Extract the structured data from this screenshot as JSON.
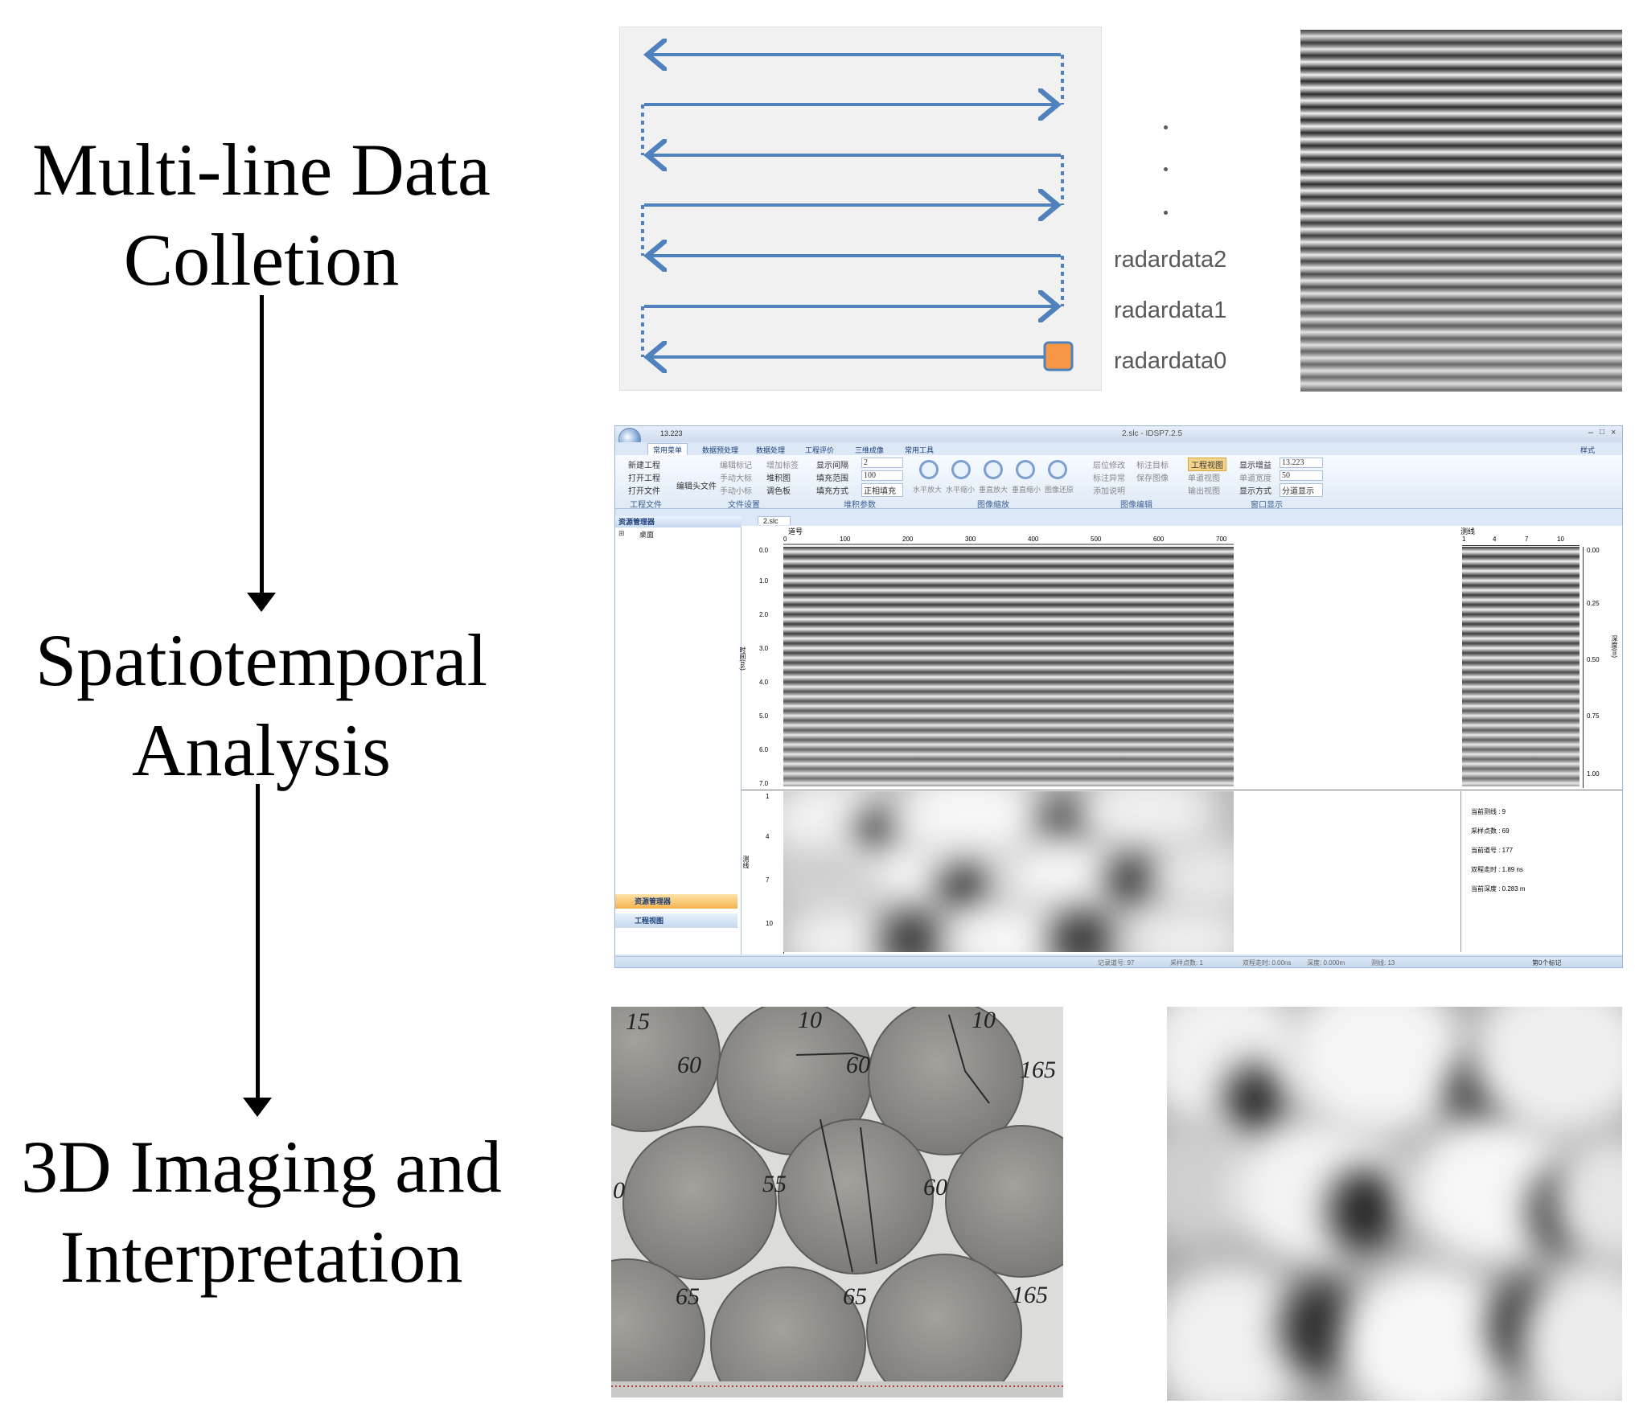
{
  "steps": {
    "step1_line1": "Multi-line Data",
    "step1_line2": "Colletion",
    "step2_line1": "Spatiotemporal",
    "step2_line2": "Analysis",
    "step3_line1": "3D Imaging and",
    "step3_line2": "Interpretation"
  },
  "survey": {
    "labels": [
      "radardata2",
      "radardata1",
      "radardata0"
    ],
    "colors": {
      "path": "#4f81bd",
      "start_marker": "#f79646"
    }
  },
  "software": {
    "title": "2.slc - IDSP7.2.5",
    "quick_value": "13.223",
    "style_label": "样式",
    "menu_tabs": [
      "常用菜单",
      "数据预处理",
      "数据处理",
      "工程评价",
      "三维成像",
      "常用工具"
    ],
    "groups": [
      "工程文件",
      "文件设置",
      "堆积参数",
      "图像缩放",
      "图像编辑",
      "窗口显示"
    ],
    "buttons": {
      "new_project": "新建工程",
      "open_project": "打开工程",
      "open_file": "打开文件",
      "edit_header": "编辑头文件",
      "edit_marker": "编辑标记",
      "manual_enlarge": "手动大标",
      "manual_shrink": "手动小标",
      "add_mark": "增加标签",
      "wiggle": "堆积图",
      "color_map": "调色板",
      "display_spacing": "显示间隔",
      "fill_range": "填充范围",
      "fill_mode": "填充方式",
      "spacing_value": "2",
      "range_value": "100",
      "mode_value": "正相填充",
      "zoom_labels": [
        "水平放大",
        "水平缩小",
        "垂直放大",
        "垂直缩小",
        "图像还原"
      ],
      "edit_labels": [
        "层位修改",
        "标注目标",
        "标注异常",
        "保存图像",
        "添加说明"
      ],
      "project_view": "工程视图",
      "show_gain": "显示增益",
      "gain_value": "13.223",
      "single_view": "单道视图",
      "single_width": "单道宽度",
      "width_value": "50",
      "output_view": "输出视图",
      "display_mode": "显示方式",
      "display_mode_value": "分道显示"
    },
    "sidebar": {
      "header": "资源管理器",
      "tree_item": "桌面",
      "bottom1": "资源管理器",
      "bottom2": "工程视图"
    },
    "doc_tab": "2.slc",
    "radargram": {
      "x_title": "道号",
      "x_ticks": [
        "0",
        "100",
        "200",
        "300",
        "400",
        "500",
        "600",
        "700"
      ],
      "y_ticks": [
        "0.0",
        "1.0",
        "2.0",
        "3.0",
        "4.0",
        "5.0",
        "6.0",
        "7.0"
      ],
      "y_title": "时间(ns)"
    },
    "trace": {
      "x_title": "测线",
      "x_ticks": [
        "1",
        "4",
        "7",
        "10"
      ],
      "y_ticks": [
        "0.00",
        "0.25",
        "0.50",
        "0.75",
        "1.00"
      ],
      "y_title": "深度(m)"
    },
    "slice": {
      "y_ticks": [
        "1",
        "4",
        "7",
        "10"
      ],
      "y_title": "测线"
    },
    "info": [
      "当前测线 :  9",
      "采样点数 :  69",
      "当前道号 :  177",
      "双程走时 :  1.89 ns",
      "当前深度 :  0.283 m"
    ],
    "status": [
      "记录道号: 97",
      "采样点数: 1",
      "双程走时: 0.00ns",
      "深度: 0.000m",
      "测线: 13",
      "第0个标记"
    ]
  },
  "photo": {
    "labels": [
      "15",
      "10",
      "10",
      "60",
      "60",
      "165",
      "55",
      "60",
      "0",
      "65",
      "65",
      "165"
    ]
  }
}
